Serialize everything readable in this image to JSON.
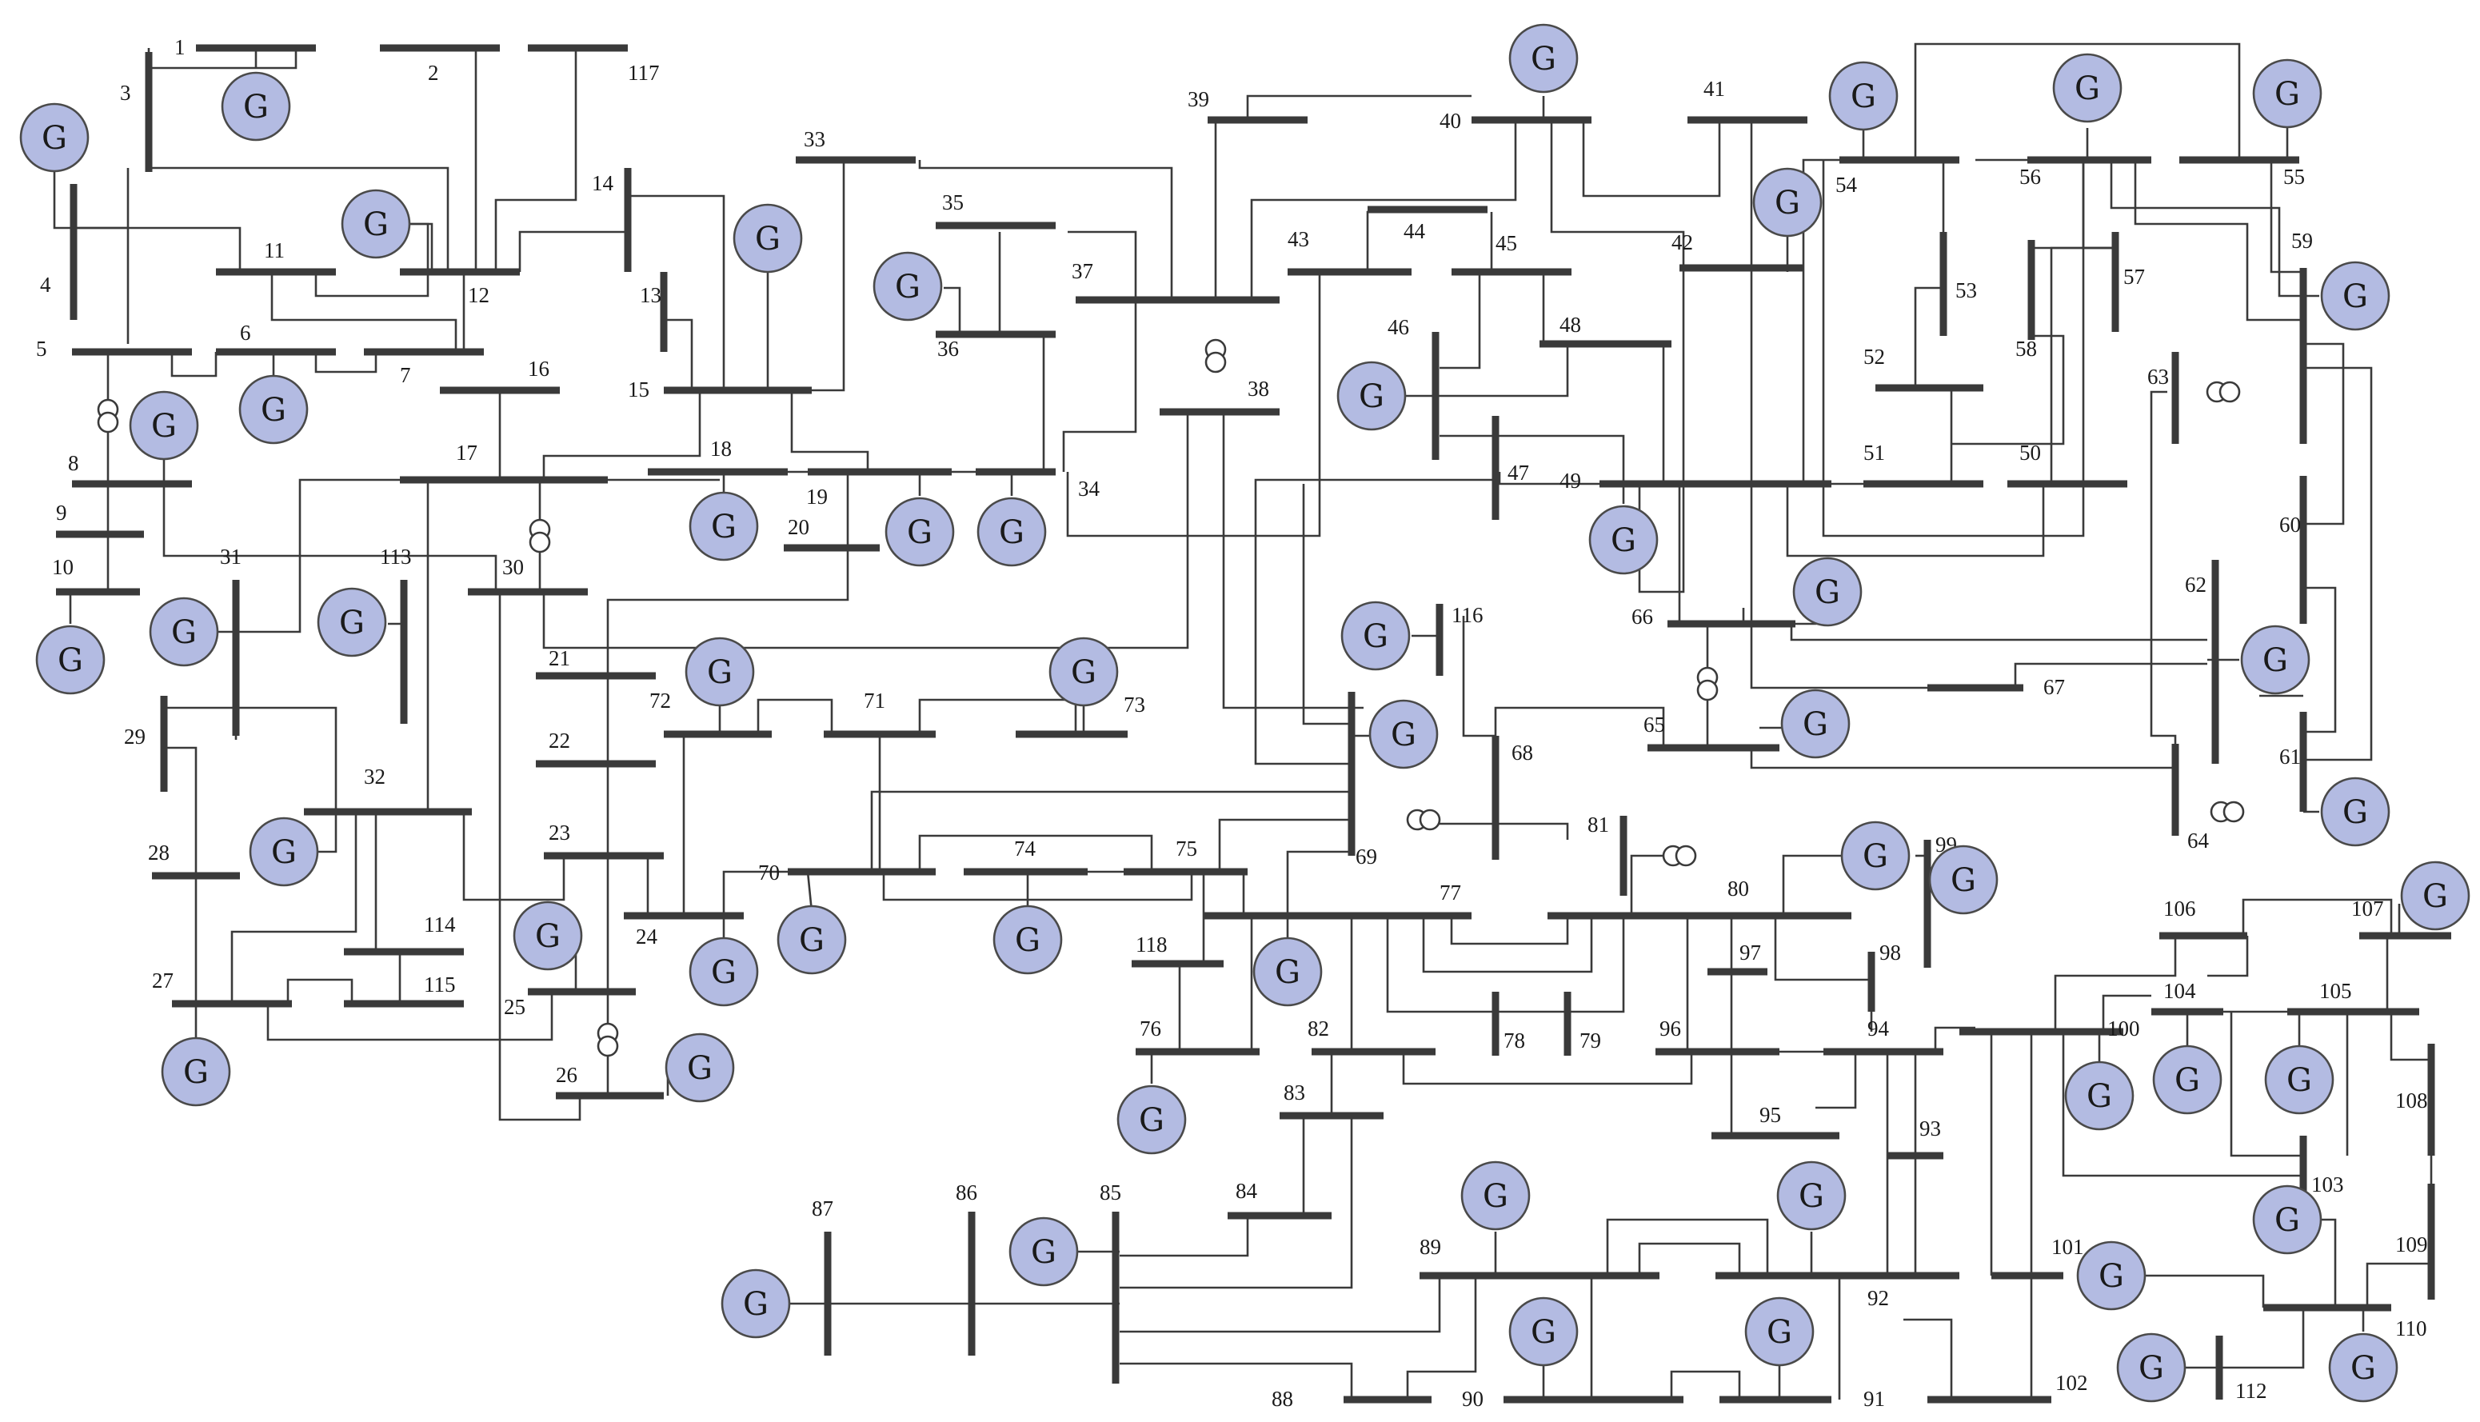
{
  "generator_label": "G",
  "buses": [
    {
      "id": "1",
      "label": "1"
    },
    {
      "id": "2",
      "label": "2"
    },
    {
      "id": "3",
      "label": "3"
    },
    {
      "id": "4",
      "label": "4"
    },
    {
      "id": "5",
      "label": "5"
    },
    {
      "id": "6",
      "label": "6"
    },
    {
      "id": "7",
      "label": "7"
    },
    {
      "id": "8",
      "label": "8"
    },
    {
      "id": "9",
      "label": "9"
    },
    {
      "id": "10",
      "label": "10"
    },
    {
      "id": "11",
      "label": "11"
    },
    {
      "id": "12",
      "label": "12"
    },
    {
      "id": "13",
      "label": "13"
    },
    {
      "id": "14",
      "label": "14"
    },
    {
      "id": "15",
      "label": "15"
    },
    {
      "id": "16",
      "label": "16"
    },
    {
      "id": "17",
      "label": "17"
    },
    {
      "id": "18",
      "label": "18"
    },
    {
      "id": "19",
      "label": "19"
    },
    {
      "id": "20",
      "label": "20"
    },
    {
      "id": "21",
      "label": "21"
    },
    {
      "id": "22",
      "label": "22"
    },
    {
      "id": "23",
      "label": "23"
    },
    {
      "id": "24",
      "label": "24"
    },
    {
      "id": "25",
      "label": "25"
    },
    {
      "id": "26",
      "label": "26"
    },
    {
      "id": "27",
      "label": "27"
    },
    {
      "id": "28",
      "label": "28"
    },
    {
      "id": "29",
      "label": "29"
    },
    {
      "id": "30",
      "label": "30"
    },
    {
      "id": "31",
      "label": "31"
    },
    {
      "id": "32",
      "label": "32"
    },
    {
      "id": "33",
      "label": "33"
    },
    {
      "id": "34",
      "label": "34"
    },
    {
      "id": "35",
      "label": "35"
    },
    {
      "id": "36",
      "label": "36"
    },
    {
      "id": "37",
      "label": "37"
    },
    {
      "id": "38",
      "label": "38"
    },
    {
      "id": "39",
      "label": "39"
    },
    {
      "id": "40",
      "label": "40"
    },
    {
      "id": "41",
      "label": "41"
    },
    {
      "id": "42",
      "label": "42"
    },
    {
      "id": "43",
      "label": "43"
    },
    {
      "id": "44",
      "label": "44"
    },
    {
      "id": "45",
      "label": "45"
    },
    {
      "id": "46",
      "label": "46"
    },
    {
      "id": "47",
      "label": "47"
    },
    {
      "id": "48",
      "label": "48"
    },
    {
      "id": "49",
      "label": "49"
    },
    {
      "id": "50",
      "label": "50"
    },
    {
      "id": "51",
      "label": "51"
    },
    {
      "id": "52",
      "label": "52"
    },
    {
      "id": "53",
      "label": "53"
    },
    {
      "id": "54",
      "label": "54"
    },
    {
      "id": "55",
      "label": "55"
    },
    {
      "id": "56",
      "label": "56"
    },
    {
      "id": "57",
      "label": "57"
    },
    {
      "id": "58",
      "label": "58"
    },
    {
      "id": "59",
      "label": "59"
    },
    {
      "id": "60",
      "label": "60"
    },
    {
      "id": "61",
      "label": "61"
    },
    {
      "id": "62",
      "label": "62"
    },
    {
      "id": "63",
      "label": "63"
    },
    {
      "id": "64",
      "label": "64"
    },
    {
      "id": "65",
      "label": "65"
    },
    {
      "id": "66",
      "label": "66"
    },
    {
      "id": "67",
      "label": "67"
    },
    {
      "id": "68",
      "label": "68"
    },
    {
      "id": "69",
      "label": "69"
    },
    {
      "id": "70",
      "label": "70"
    },
    {
      "id": "71",
      "label": "71"
    },
    {
      "id": "72",
      "label": "72"
    },
    {
      "id": "73",
      "label": "73"
    },
    {
      "id": "74",
      "label": "74"
    },
    {
      "id": "75",
      "label": "75"
    },
    {
      "id": "76",
      "label": "76"
    },
    {
      "id": "77",
      "label": "77"
    },
    {
      "id": "78",
      "label": "78"
    },
    {
      "id": "79",
      "label": "79"
    },
    {
      "id": "80",
      "label": "80"
    },
    {
      "id": "81",
      "label": "81"
    },
    {
      "id": "82",
      "label": "82"
    },
    {
      "id": "83",
      "label": "83"
    },
    {
      "id": "84",
      "label": "84"
    },
    {
      "id": "85",
      "label": "85"
    },
    {
      "id": "86",
      "label": "86"
    },
    {
      "id": "87",
      "label": "87"
    },
    {
      "id": "88",
      "label": "88"
    },
    {
      "id": "89",
      "label": "89"
    },
    {
      "id": "90",
      "label": "90"
    },
    {
      "id": "91",
      "label": "91"
    },
    {
      "id": "92",
      "label": "92"
    },
    {
      "id": "93",
      "label": "93"
    },
    {
      "id": "94",
      "label": "94"
    },
    {
      "id": "95",
      "label": "95"
    },
    {
      "id": "96",
      "label": "96"
    },
    {
      "id": "97",
      "label": "97"
    },
    {
      "id": "98",
      "label": "98"
    },
    {
      "id": "99",
      "label": "99"
    },
    {
      "id": "100",
      "label": "100"
    },
    {
      "id": "101",
      "label": "101"
    },
    {
      "id": "102",
      "label": "102"
    },
    {
      "id": "103",
      "label": "103"
    },
    {
      "id": "104",
      "label": "104"
    },
    {
      "id": "105",
      "label": "105"
    },
    {
      "id": "106",
      "label": "106"
    },
    {
      "id": "107",
      "label": "107"
    },
    {
      "id": "108",
      "label": "108"
    },
    {
      "id": "109",
      "label": "109"
    },
    {
      "id": "110",
      "label": "110"
    },
    {
      "id": "112",
      "label": "112"
    },
    {
      "id": "113",
      "label": "113"
    },
    {
      "id": "114",
      "label": "114"
    },
    {
      "id": "115",
      "label": "115"
    },
    {
      "id": "116",
      "label": "116"
    },
    {
      "id": "117",
      "label": "117"
    },
    {
      "id": "118",
      "label": "118"
    }
  ],
  "generator_buses": [
    "1",
    "4",
    "6",
    "8",
    "10",
    "12",
    "15",
    "18",
    "19",
    "24",
    "25",
    "26",
    "27",
    "31",
    "32",
    "34",
    "36",
    "40",
    "42",
    "46",
    "49",
    "54",
    "55",
    "56",
    "59",
    "61",
    "62",
    "65",
    "66",
    "69",
    "70",
    "72",
    "73",
    "74",
    "76",
    "77",
    "80",
    "85",
    "87",
    "89",
    "90",
    "91",
    "92",
    "99",
    "100",
    "103",
    "104",
    "105",
    "107",
    "110",
    "111",
    "112",
    "113",
    "116"
  ],
  "transformers": [
    "5-8",
    "26-30",
    "17-30",
    "37-38",
    "63-59",
    "64-61",
    "65-66",
    "68-69",
    "81-80"
  ]
}
